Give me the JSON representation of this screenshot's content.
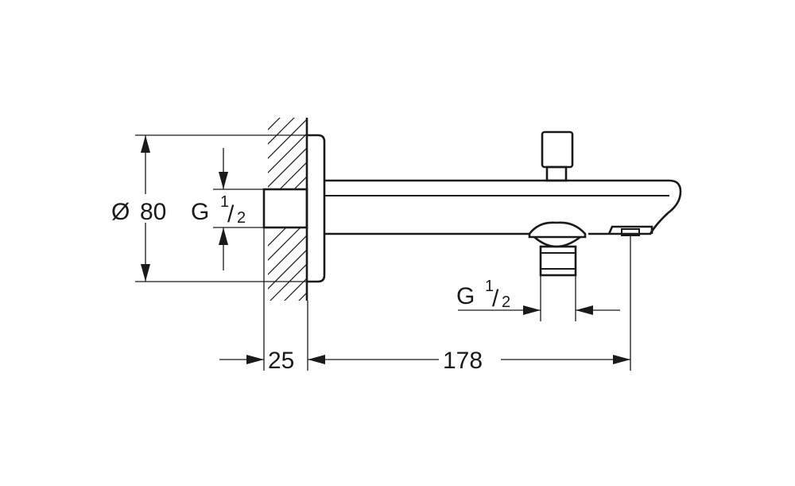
{
  "dimensions": {
    "diameter_symbol": "Ø",
    "diameter_value": "80",
    "thread_inlet": {
      "prefix": "G",
      "numerator": "1",
      "slash": "/",
      "denominator": "2"
    },
    "thread_outlet": {
      "prefix": "G",
      "numerator": "1",
      "slash": "/",
      "denominator": "2"
    },
    "wall_depth": "25",
    "spout_length": "178"
  },
  "colors": {
    "line": "#1a1a1a",
    "background": "#ffffff"
  }
}
